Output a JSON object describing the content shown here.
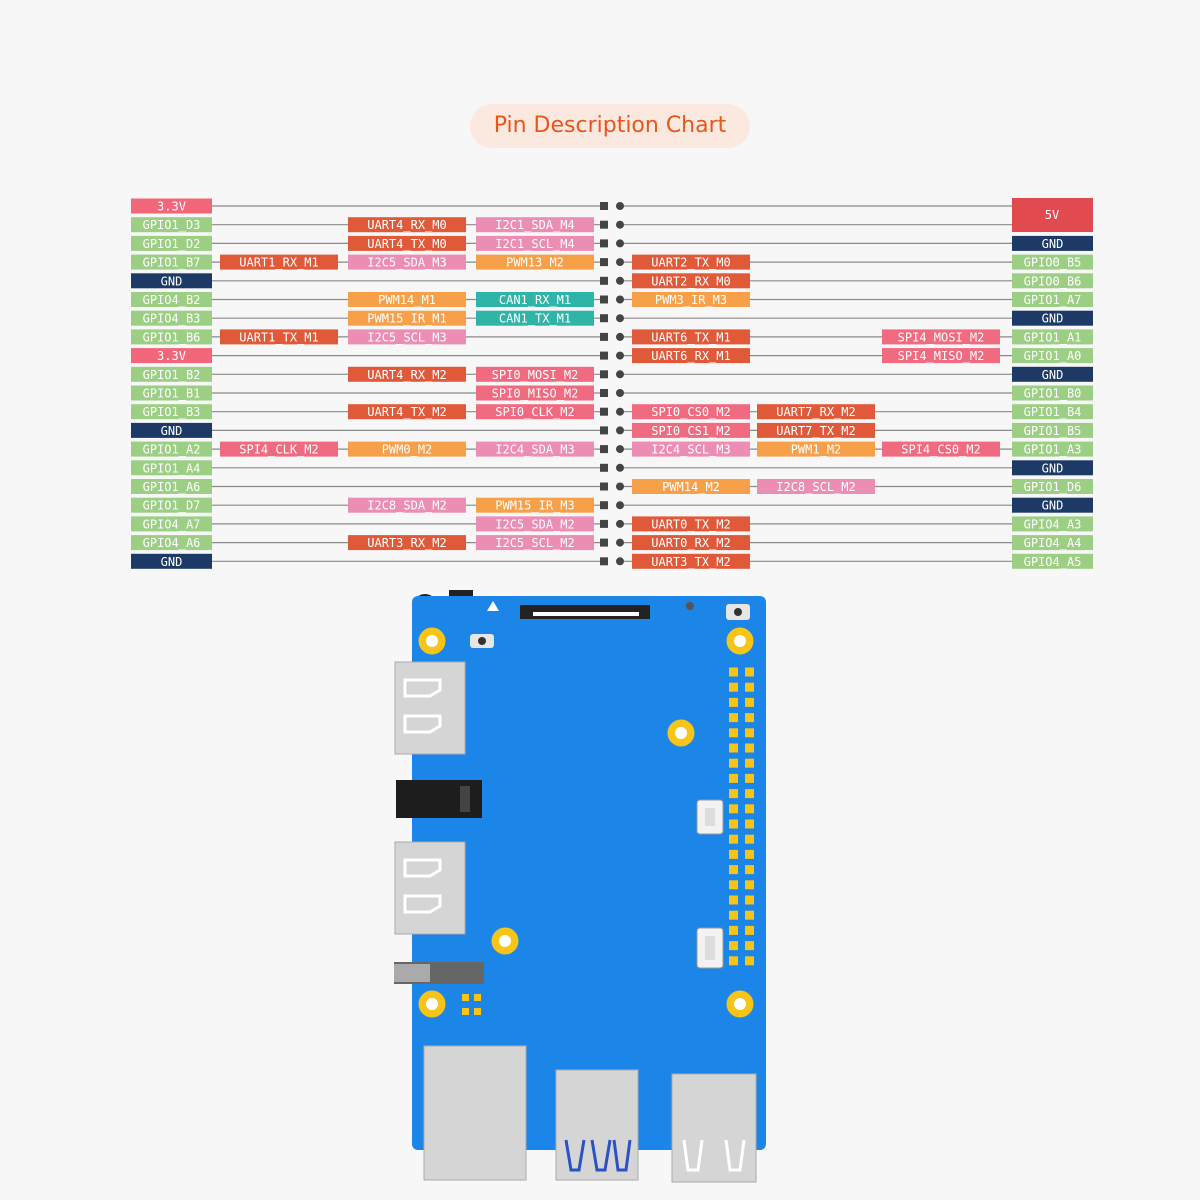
{
  "title": "Pin Description Chart",
  "colors": {
    "power33": "#f2667a",
    "power5": "#e14a4f",
    "gnd": "#1d3a66",
    "gpio": "#9ccf84",
    "uart": "#e05a3a",
    "i2c": "#ec8db3",
    "pwm": "#f6a04a",
    "can": "#2fb5a7",
    "spi": "#f06a80",
    "board": "#1c86e8",
    "wire": "#8a8a8a"
  },
  "left_rows": [
    {
      "pin": "3.3V",
      "pin_type": "power33",
      "funcs": []
    },
    {
      "pin": "GPIO1_D3",
      "pin_type": "gpio",
      "funcs": [
        null,
        {
          "text": "UART4_RX_M0",
          "type": "uart"
        },
        {
          "text": "I2C1_SDA_M4",
          "type": "i2c"
        }
      ]
    },
    {
      "pin": "GPIO1_D2",
      "pin_type": "gpio",
      "funcs": [
        null,
        {
          "text": "UART4_TX_M0",
          "type": "uart"
        },
        {
          "text": "I2C1_SCL_M4",
          "type": "i2c"
        }
      ]
    },
    {
      "pin": "GPIO1_B7",
      "pin_type": "gpio",
      "funcs": [
        {
          "text": "UART1_RX_M1",
          "type": "uart"
        },
        {
          "text": "I2C5_SDA_M3",
          "type": "i2c"
        },
        {
          "text": "PWM13_M2",
          "type": "pwm"
        }
      ]
    },
    {
      "pin": "GND",
      "pin_type": "gnd",
      "funcs": []
    },
    {
      "pin": "GPIO4_B2",
      "pin_type": "gpio",
      "funcs": [
        null,
        {
          "text": "PWM14_M1",
          "type": "pwm"
        },
        {
          "text": "CAN1_RX_M1",
          "type": "can"
        }
      ]
    },
    {
      "pin": "GPIO4_B3",
      "pin_type": "gpio",
      "funcs": [
        null,
        {
          "text": "PWM15_IR_M1",
          "type": "pwm"
        },
        {
          "text": "CAN1_TX_M1",
          "type": "can"
        }
      ]
    },
    {
      "pin": "GPIO1_B6",
      "pin_type": "gpio",
      "funcs": [
        {
          "text": "UART1_TX_M1",
          "type": "uart"
        },
        {
          "text": "I2C5_SCL_M3",
          "type": "i2c"
        },
        null
      ]
    },
    {
      "pin": "3.3V",
      "pin_type": "power33",
      "funcs": []
    },
    {
      "pin": "GPIO1_B2",
      "pin_type": "gpio",
      "funcs": [
        null,
        {
          "text": "UART4_RX_M2",
          "type": "uart"
        },
        {
          "text": "SPI0_MOSI_M2",
          "type": "spi"
        }
      ]
    },
    {
      "pin": "GPIO1_B1",
      "pin_type": "gpio",
      "funcs": [
        null,
        null,
        {
          "text": "SPI0_MISO_M2",
          "type": "spi"
        }
      ]
    },
    {
      "pin": "GPIO1_B3",
      "pin_type": "gpio",
      "funcs": [
        null,
        {
          "text": "UART4_TX_M2",
          "type": "uart"
        },
        {
          "text": "SPI0_CLK_M2",
          "type": "spi"
        }
      ]
    },
    {
      "pin": "GND",
      "pin_type": "gnd",
      "funcs": []
    },
    {
      "pin": "GPIO1_A2",
      "pin_type": "gpio",
      "funcs": [
        {
          "text": "SPI4_CLK_M2",
          "type": "spi"
        },
        {
          "text": "PWM0_M2",
          "type": "pwm"
        },
        {
          "text": "I2C4_SDA_M3",
          "type": "i2c"
        }
      ]
    },
    {
      "pin": "GPIO1_A4",
      "pin_type": "gpio",
      "funcs": []
    },
    {
      "pin": "GPIO1_A6",
      "pin_type": "gpio",
      "funcs": []
    },
    {
      "pin": "GPIO1_D7",
      "pin_type": "gpio",
      "funcs": [
        null,
        {
          "text": "I2C8_SDA_M2",
          "type": "i2c"
        },
        {
          "text": "PWM15_IR_M3",
          "type": "pwm"
        }
      ]
    },
    {
      "pin": "GPIO4_A7",
      "pin_type": "gpio",
      "funcs": [
        null,
        null,
        {
          "text": "I2C5_SDA_M2",
          "type": "i2c"
        }
      ]
    },
    {
      "pin": "GPIO4_A6",
      "pin_type": "gpio",
      "funcs": [
        null,
        {
          "text": "UART3_RX_M2",
          "type": "uart"
        },
        {
          "text": "I2C5_SCL_M2",
          "type": "i2c"
        }
      ]
    },
    {
      "pin": "GND",
      "pin_type": "gnd",
      "funcs": []
    }
  ],
  "right_rows": [
    {
      "pin": "5V",
      "pin_type": "power5",
      "funcs": []
    },
    {
      "pin": "5V",
      "pin_type": "power5",
      "funcs": []
    },
    {
      "pin": "GND",
      "pin_type": "gnd",
      "funcs": []
    },
    {
      "pin": "GPIO0_B5",
      "pin_type": "gpio",
      "funcs": [
        {
          "text": "UART2_TX_M0",
          "type": "uart"
        }
      ]
    },
    {
      "pin": "GPIO0_B6",
      "pin_type": "gpio",
      "funcs": [
        {
          "text": "UART2_RX_M0",
          "type": "uart"
        }
      ]
    },
    {
      "pin": "GPIO1_A7",
      "pin_type": "gpio",
      "funcs": [
        {
          "text": "PWM3_IR_M3",
          "type": "pwm"
        }
      ]
    },
    {
      "pin": "GND",
      "pin_type": "gnd",
      "funcs": []
    },
    {
      "pin": "GPIO1_A1",
      "pin_type": "gpio",
      "funcs": [
        {
          "text": "UART6_TX_M1",
          "type": "uart"
        },
        null,
        {
          "text": "SPI4_MOSI_M2",
          "type": "spi"
        }
      ]
    },
    {
      "pin": "GPIO1_A0",
      "pin_type": "gpio",
      "funcs": [
        {
          "text": "UART6_RX_M1",
          "type": "uart"
        },
        null,
        {
          "text": "SPI4_MISO_M2",
          "type": "spi"
        }
      ]
    },
    {
      "pin": "GND",
      "pin_type": "gnd",
      "funcs": []
    },
    {
      "pin": "GPIO1_B0",
      "pin_type": "gpio",
      "funcs": []
    },
    {
      "pin": "GPIO1_B4",
      "pin_type": "gpio",
      "funcs": [
        {
          "text": "SPI0_CS0_M2",
          "type": "spi"
        },
        {
          "text": "UART7_RX_M2",
          "type": "uart"
        }
      ]
    },
    {
      "pin": "GPIO1_B5",
      "pin_type": "gpio",
      "funcs": [
        {
          "text": "SPI0_CS1_M2",
          "type": "spi"
        },
        {
          "text": "UART7_TX_M2",
          "type": "uart"
        }
      ]
    },
    {
      "pin": "GPIO1_A3",
      "pin_type": "gpio",
      "funcs": [
        {
          "text": "I2C4_SCL_M3",
          "type": "i2c"
        },
        {
          "text": "PWM1_M2",
          "type": "pwm"
        },
        {
          "text": "SPI4_CS0_M2",
          "type": "spi"
        }
      ]
    },
    {
      "pin": "GND",
      "pin_type": "gnd",
      "funcs": []
    },
    {
      "pin": "GPIO1_D6",
      "pin_type": "gpio",
      "funcs": [
        {
          "text": "PWM14_M2",
          "type": "pwm"
        },
        {
          "text": "I2C8_SCL_M2",
          "type": "i2c"
        }
      ]
    },
    {
      "pin": "GND",
      "pin_type": "gnd",
      "funcs": []
    },
    {
      "pin": "GPIO4_A3",
      "pin_type": "gpio",
      "funcs": [
        {
          "text": "UART0_TX_M2",
          "type": "uart"
        }
      ]
    },
    {
      "pin": "GPIO4_A4",
      "pin_type": "gpio",
      "funcs": [
        {
          "text": "UART0_RX_M2",
          "type": "uart"
        }
      ]
    },
    {
      "pin": "GPIO4_A5",
      "pin_type": "gpio",
      "funcs": [
        {
          "text": "UART3_TX_M2",
          "type": "uart"
        }
      ]
    }
  ]
}
